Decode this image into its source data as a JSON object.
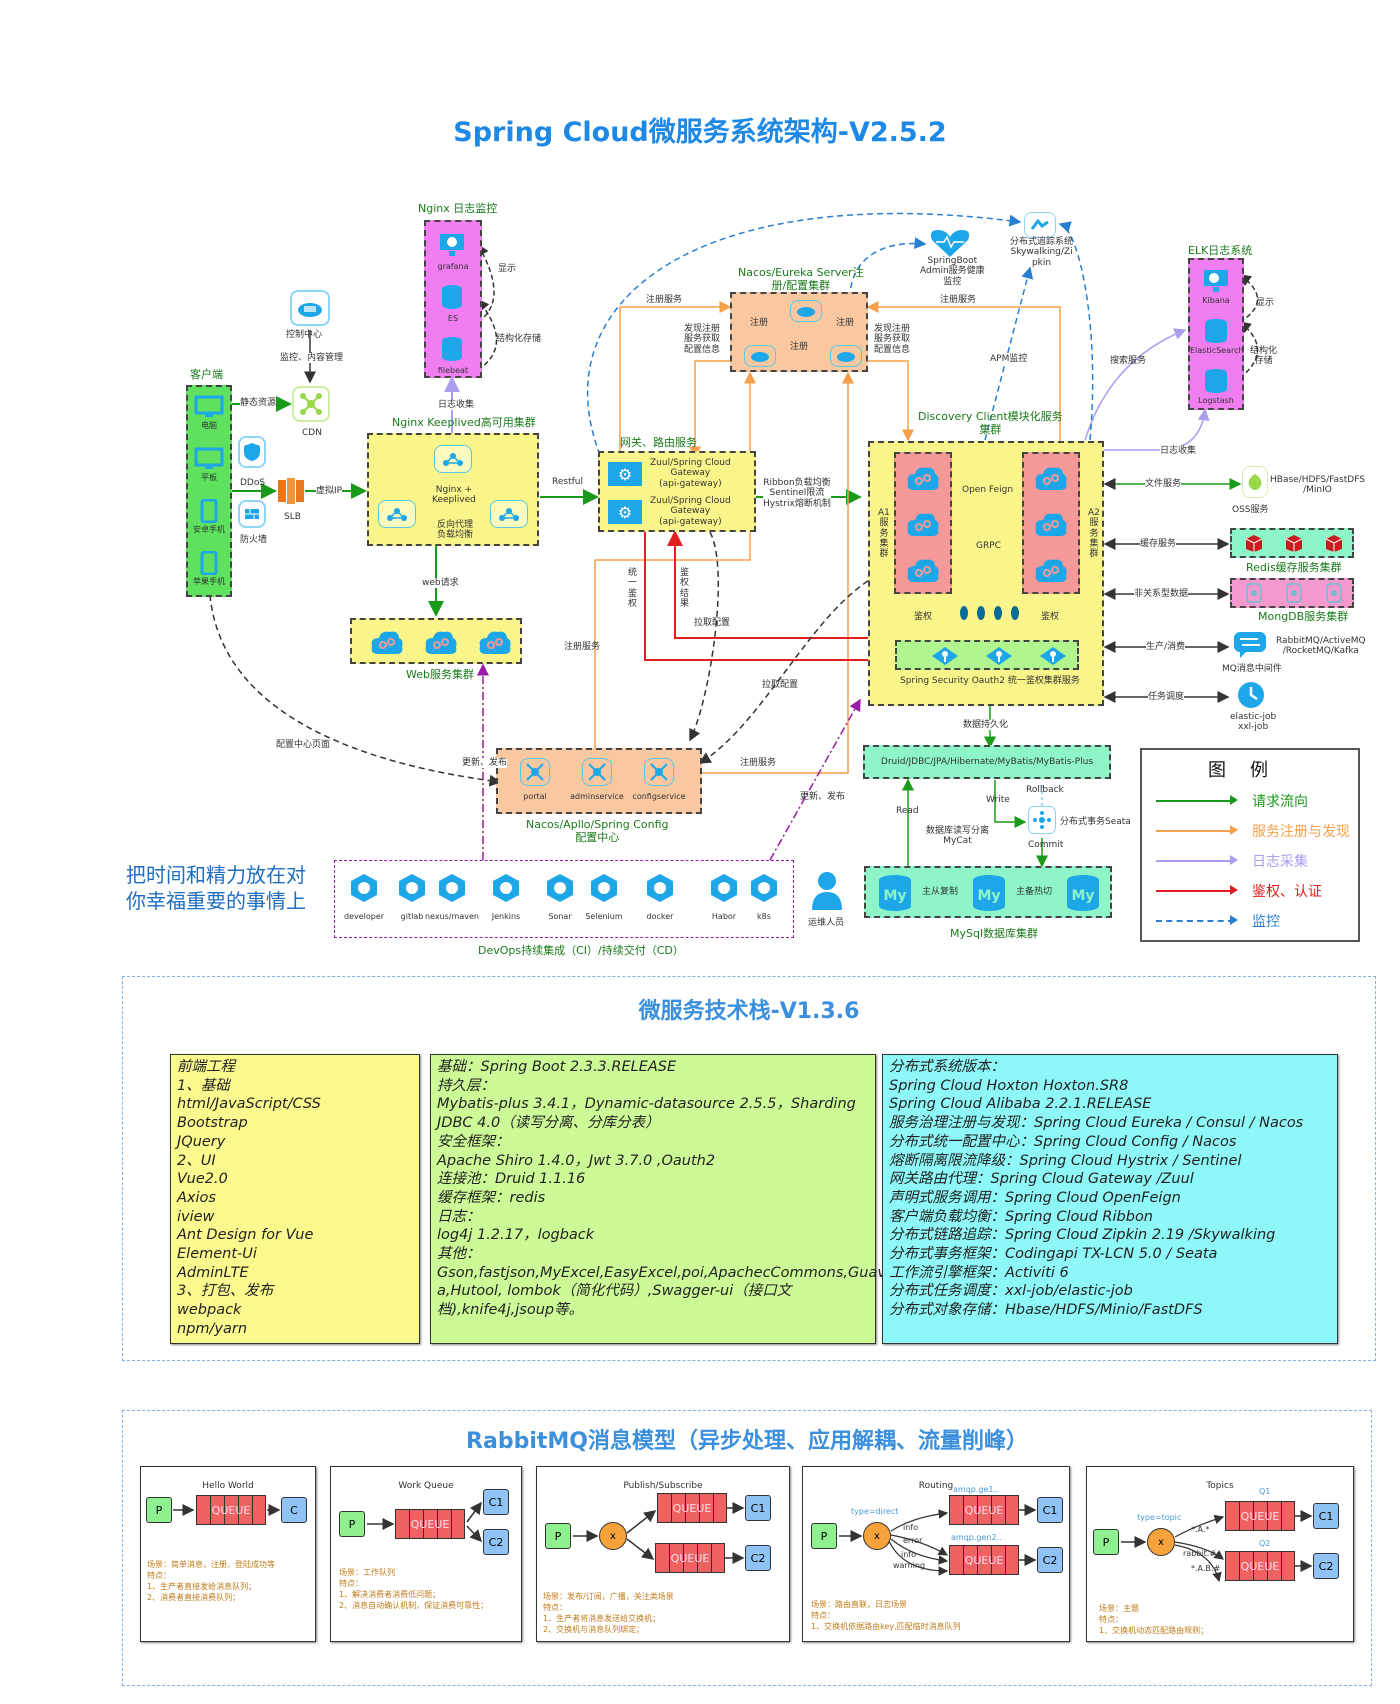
{
  "title": "Spring Cloud微服务系统架构-V2.5.2",
  "architecture": {
    "client": {
      "label": "客户端",
      "devices": [
        "电脑",
        "平板",
        "安卓手机",
        "苹果手机"
      ]
    },
    "control_center": "控制中心",
    "monitor_content_mgmt": "监控、内容管理",
    "cdn": "CDN",
    "static_resources": "静态资源",
    "ddos": "DDoS",
    "firewall": "防火墙",
    "slb": "SLB",
    "virtual_ip": "虚拟IP",
    "nginx_log": {
      "label": "Nginx 日志监控",
      "items": [
        "grafana",
        "ES",
        "filebeat"
      ],
      "display": "显示",
      "structured_storage": "结构化存储",
      "log_collect": "日志收集"
    },
    "nginx_cluster": {
      "label": "Nginx Keeplived高可用集群",
      "center": "Nginx +\nKeeplived",
      "sub": "反向代理\n负载均衡",
      "web_request": "web请求"
    },
    "web_cluster": "Web服务集群",
    "restful": "Restful",
    "gateway": {
      "label": "网关、路由服务",
      "items": [
        "Zuul/Spring Cloud\nGateway\n(api-gateway)",
        "Zuul/Spring Cloud\nGateway\n(api-gateway)"
      ],
      "lb_text": "Ribbon负载均衡\nSentinel限流\nHystrix熔断机制",
      "unified_auth": "统\n一\n鉴\n权",
      "auth_result": "鉴\n权\n结\n果",
      "pull_config": "拉取配置"
    },
    "registry": {
      "label": "Nacos/Eureka Server注\n册/配置集群",
      "register": "注册",
      "register_service": "注册服务",
      "discover": "发现注册\n服务获取\n配置信息"
    },
    "springboot_admin": "SpringBoot\nAdmin服务健康\n监控",
    "tracing": "分布式追踪系统\nSkywalking/Zi\npkin",
    "apm": "APM监控",
    "elk": {
      "label": "ELK日志系统",
      "items": [
        "Kibana",
        "ElasticSearch",
        "Logstash"
      ],
      "display": "显示",
      "structured_storage": "结构化\n存储",
      "search_service": "搜索服务",
      "log_collect": "日志收集"
    },
    "discovery": {
      "label": "Discovery Client模块化服务\n集群",
      "a1": "A1\n服\n务\n集\n群",
      "a2": "A2\n服\n务\n集\n群",
      "open_feign": "Open Feign",
      "grpc": "GRPC",
      "auth": "鉴权",
      "security": "Spring Security Oauth2 统一鉴权集群服务",
      "persist": "数据持久化"
    },
    "right_services": [
      {
        "link": "文件服务",
        "name": "OSS服务",
        "desc": "HBase/HDFS/FastDFS\n/MinIO"
      },
      {
        "link": "缓存服务",
        "name": "Redis缓存服务集群"
      },
      {
        "link": "非关系型数据",
        "name": "MongDB服务集群"
      },
      {
        "link": "生产/消费",
        "name": "MQ消息中间件",
        "desc": "RabbitMQ/ActiveMQ\n/RocketMQ/Kafka"
      },
      {
        "link": "任务调度",
        "name": "elastic-job\nxxl-job"
      }
    ],
    "orm": "Druid/JDBC/JPA/Hibernate/MyBatis/MyBatis-Plus",
    "read": "Read",
    "write": "Write",
    "rollback": "Rollback",
    "commit": "Commit",
    "seata": "分布式事务Seata",
    "mycat": "数据库读写分离\nMyCat",
    "mysql": {
      "label": "MySql数据库集群",
      "replication": "主从复制",
      "hot_switch": "主备热切"
    },
    "config_center": {
      "label": "Nacos/Apllo/Spring Config\n配置中心",
      "items": [
        "portal",
        "adminservice",
        "configservice"
      ],
      "update_publish": "更新、发布",
      "register_service": "注册服务",
      "pull_config": "拉取配置",
      "config_page": "配置中心页面"
    },
    "devops": {
      "label": "DevOps持续集成（CI）/持续交付（CD）",
      "tools": [
        "developer",
        "gitlab",
        "nexus/maven",
        "Jenkins",
        "Sonar",
        "Selenium",
        "docker",
        "Habor",
        "k8s"
      ],
      "ops": "运维人员",
      "update_publish": "更新、发布"
    },
    "slogan": "把时间和精力放在对\n你幸福重要的事情上"
  },
  "legend": {
    "title": "图例",
    "items": [
      {
        "label": "请求流向",
        "color": "#1a9a1a",
        "style": "solid"
      },
      {
        "label": "服务注册与发现",
        "color": "#f5a04a",
        "style": "solid"
      },
      {
        "label": "日志采集",
        "color": "#a99ef0",
        "style": "solid"
      },
      {
        "label": "鉴权、认证",
        "color": "#e02020",
        "style": "solid"
      },
      {
        "label": "监控",
        "color": "#2a7fd4",
        "style": "dashed"
      }
    ]
  },
  "tech_stack": {
    "title": "微服务技术栈-V1.3.6",
    "frontend": [
      "前端工程",
      "1、基础",
      "html/JavaScript/CSS",
      "Bootstrap",
      "JQuery",
      "2、UI",
      "Vue2.0",
      "Axios",
      "iview",
      "Ant Design for Vue",
      "Element-Ui",
      "AdminLTE",
      "3、打包、发布",
      "webpack",
      "npm/yarn"
    ],
    "backend": [
      "基础：Spring Boot 2.3.3.RELEASE",
      "持久层：",
      "Mybatis-plus 3.4.1，Dynamic-datasource 2.5.5，Sharding",
      "JDBC 4.0（读写分离、分库分表）",
      "安全框架：",
      "Apache Shiro 1.4.0，Jwt 3.7.0 ,Oauth2",
      "连接池：Druid 1.1.16",
      "缓存框架：redis",
      "日志：",
      "log4j 1.2.17，logback",
      "其他：",
      "Gson,fastjson,MyExcel,EasyExcel,poi,ApachecCommons,Guav",
      "a,Hutool, lombok（简化代码）,Swagger-ui（接口文",
      "档),knife4j,jsoup等。"
    ],
    "distributed": [
      "分布式系统版本：",
      "Spring Cloud Hoxton  Hoxton.SR8",
      "Spring Cloud Alibaba  2.2.1.RELEASE",
      "服务治理注册与发现：Spring Cloud Eureka / Consul / Nacos",
      "分布式统一配置中心：Spring Cloud Config / Nacos",
      "熔断隔离限流降级：Spring Cloud Hystrix / Sentinel",
      "网关路由代理：Spring Cloud Gateway /Zuul",
      "声明式服务调用：Spring Cloud OpenFeign",
      "客户端负载均衡：Spring Cloud Ribbon",
      "分布式链路追踪：Spring Cloud Zipkin 2.19 /Skywalking",
      "分布式事务框架：Codingapi TX-LCN 5.0 / Seata",
      "工作流引擎框架：Activiti 6",
      "分布式任务调度：xxl-job/elastic-job",
      "分布式对象存储：Hbase/HDFS/Minio/FastDFS"
    ]
  },
  "rabbitmq": {
    "title": "RabbitMQ消息模型（异步处理、应用解耦、流量削峰）",
    "queue_label": "QUEUE",
    "p": "P",
    "x": "x",
    "models": [
      {
        "name": "Hello World",
        "consumers": [
          "C"
        ],
        "desc": [
          "场景：简单消息，注册、登陆成功等",
          "特点：",
          "1、生产者直接发给消息队列；",
          "2、消费者直接消费队列；"
        ]
      },
      {
        "name": "Work Queue",
        "consumers": [
          "C1",
          "C2"
        ],
        "desc": [
          "场景：工作队列",
          "特点：",
          "1、解决消费者消费低问题；",
          "2、消息自动确认机制，保证消费可靠性；"
        ]
      },
      {
        "name": "Publish/Subscribe",
        "consumers": [
          "C1",
          "C2"
        ],
        "desc": [
          "场景：发布/订阅，广播，关注类场景",
          "特点：",
          "1、生产者将消息发送给交换机；",
          "2、交换机与消息队列绑定；"
        ]
      },
      {
        "name": "Routing",
        "consumers": [
          "C1",
          "C2"
        ],
        "type": "type=direct",
        "queues": [
          "amqp.ge1..",
          "amqp.gen2.."
        ],
        "keys": [
          "info",
          "error",
          "info",
          "warning"
        ],
        "desc": [
          "场景：路由直联，日志场景",
          "特点：",
          "1、交换机依据路由key,匹配临时消息队列"
        ]
      },
      {
        "name": "Topics",
        "consumers": [
          "C1",
          "C2"
        ],
        "type": "type=topic",
        "queues": [
          "Q1",
          "Q2"
        ],
        "keys": [
          "*.A.*",
          "rabbit.#",
          "*.A.B.#"
        ],
        "desc": [
          "场景：主题",
          "特点：",
          "1、交换机动态匹配路由规则；"
        ]
      }
    ]
  }
}
